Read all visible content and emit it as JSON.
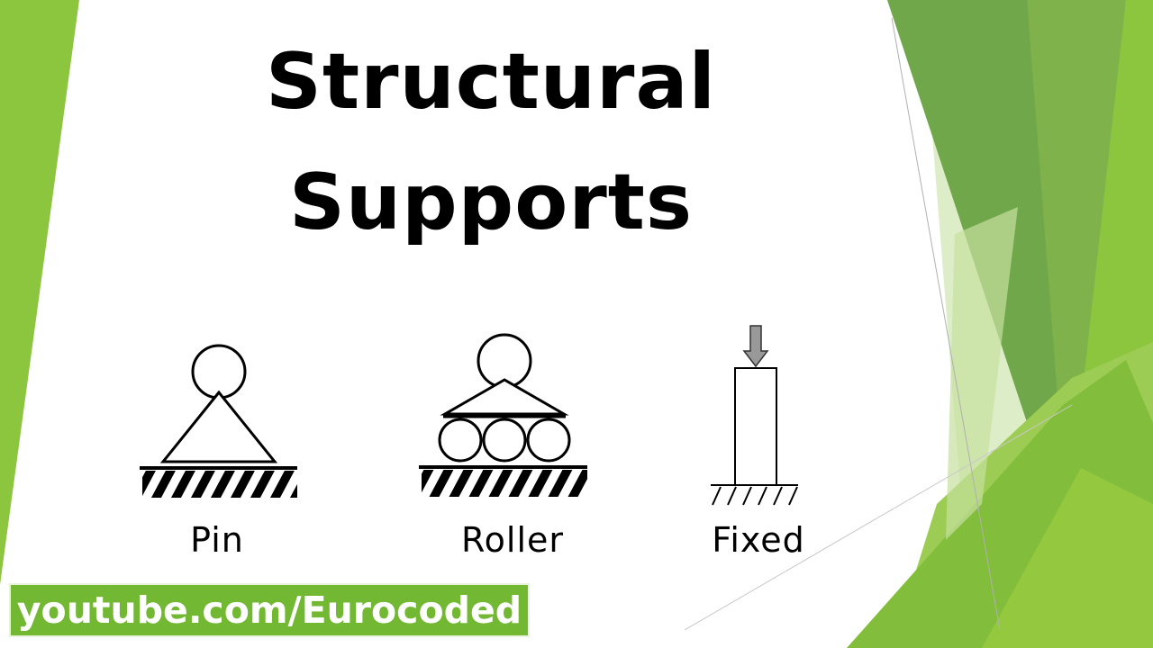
{
  "slide": {
    "title_line1": "Structural",
    "title_line2": "Supports"
  },
  "supports": {
    "pin_label": "Pin",
    "roller_label": "Roller",
    "fixed_label": "Fixed"
  },
  "footer": {
    "text": "youtube.com/Eurocoded"
  },
  "colors": {
    "accent_green": "#72b833",
    "light_green": "#8cc63f",
    "dark_green": "#5f9f3a",
    "pale_green": "#d3e8b8"
  }
}
